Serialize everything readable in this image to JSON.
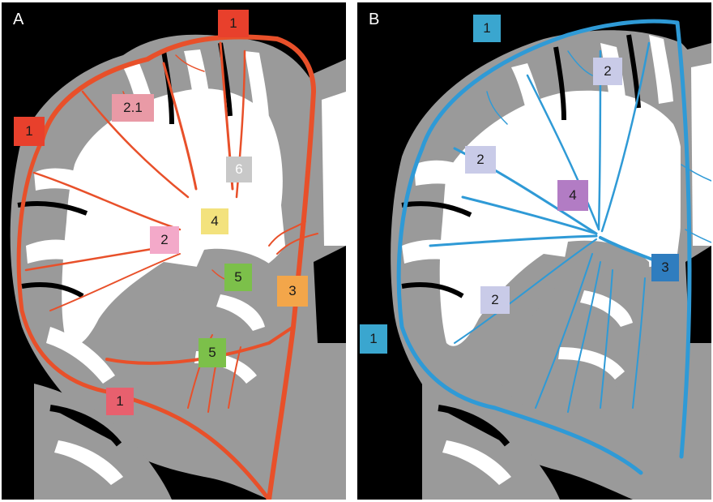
{
  "panels": [
    {
      "letter": "A",
      "vessel_color": "#e8502a",
      "labels": [
        {
          "text": "1",
          "color": "#e8402c"
        },
        {
          "text": "1",
          "color": "#e8402c"
        },
        {
          "text": "2.1",
          "color": "#e99aa6"
        },
        {
          "text": "6",
          "color": "#c8c8c8"
        },
        {
          "text": "4",
          "color": "#f3e27d"
        },
        {
          "text": "2",
          "color": "#f3a9c9"
        },
        {
          "text": "5",
          "color": "#7cc04a"
        },
        {
          "text": "3",
          "color": "#f3a64a"
        },
        {
          "text": "5",
          "color": "#7cc04a"
        },
        {
          "text": "1",
          "color": "#e8606e"
        }
      ]
    },
    {
      "letter": "B",
      "vessel_color": "#2f9ad6",
      "labels": [
        {
          "text": "1",
          "color": "#3aa6cf"
        },
        {
          "text": "2",
          "color": "#c9cbe8"
        },
        {
          "text": "2",
          "color": "#c9cbe8"
        },
        {
          "text": "4",
          "color": "#b27cc4"
        },
        {
          "text": "3",
          "color": "#2f7dbf"
        },
        {
          "text": "2",
          "color": "#c9cbe8"
        },
        {
          "text": "1",
          "color": "#3aa6cf"
        }
      ]
    }
  ]
}
